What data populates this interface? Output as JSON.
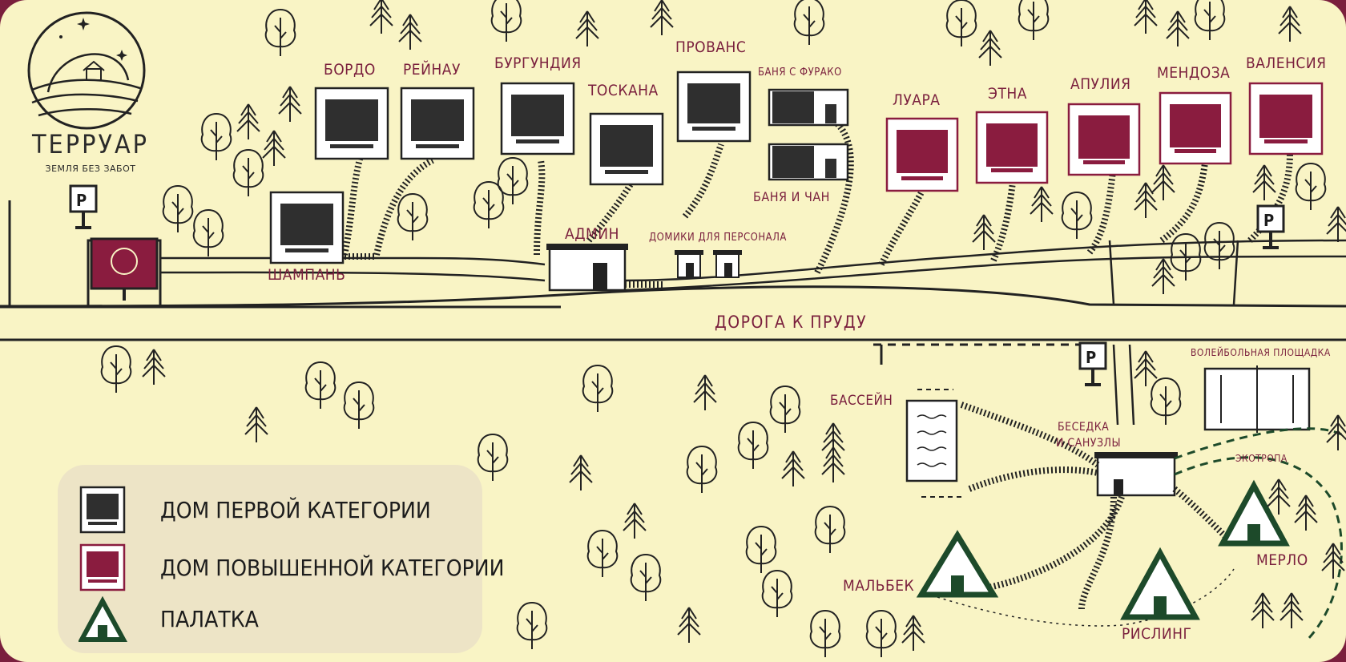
{
  "logo": {
    "title": "ТЕРРУАР",
    "subtitle": "ЗЕМЛЯ БЕЗ ЗАБОТ"
  },
  "road": {
    "label": "ДОРОГА К ПРУДУ"
  },
  "houses_first_category": [
    "ШАМПАНЬ",
    "БОРДО",
    "РЕЙНАУ",
    "БУРГУНДИЯ",
    "ТОСКАНА",
    "ПРОВАНС"
  ],
  "houses_premium_category": [
    "ЛУАРА",
    "ЭТНА",
    "АПУЛИЯ",
    "МЕНДОЗА",
    "ВАЛЕНСИЯ"
  ],
  "facilities": {
    "sauna_furako": "БАНЯ С ФУРАКО",
    "sauna_chan": "БАНЯ И ЧАН",
    "admin": "АДМИН",
    "staff_houses": "ДОМИКИ ДЛЯ ПЕРСОНАЛА",
    "pool": "БАССЕЙН",
    "gazebo_line1": "БЕСЕДКА",
    "gazebo_line2": "И САНУЗЛЫ",
    "volleyball": "ВОЛЕЙБОЛЬНАЯ ПЛОЩАДКА",
    "eco_trail": "ЭКОТРОПА",
    "parking_symbol": "P"
  },
  "tents": [
    "МАЛЬБЕК",
    "РИСЛИНГ",
    "МЕРЛО"
  ],
  "legend": {
    "first_category": "ДОМ ПЕРВОЙ КАТЕГОРИИ",
    "premium_category": "ДОМ ПОВЫШЕННОЙ КАТЕГОРИИ",
    "tent": "ПАЛАТКА"
  },
  "colors": {
    "background": "#f9f4c5",
    "frame": "#7a1f3d",
    "premium": "#8a1c3f",
    "first": "#2f2f2f",
    "tent": "#1d4a2a",
    "label": "#7a1f3d",
    "legend_bg": "#ede4c6"
  }
}
